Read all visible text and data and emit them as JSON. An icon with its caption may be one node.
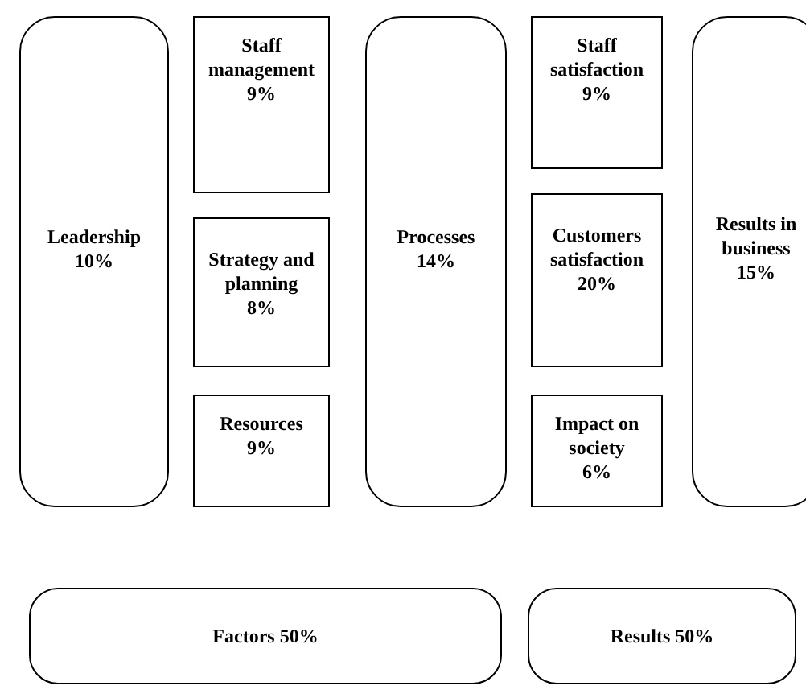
{
  "diagram": {
    "nodes": [
      {
        "text": [
          "Leadership",
          "10%"
        ]
      },
      {
        "text": [
          "Staff management",
          "9%"
        ]
      },
      {
        "text": [
          "Strategy and planning",
          "8%"
        ]
      },
      {
        "text": [
          "Resources",
          "9%"
        ]
      },
      {
        "text": [
          "Processes",
          "14%"
        ]
      },
      {
        "text": [
          "Staff satisfaction",
          "9%"
        ]
      },
      {
        "text": [
          "Customers satisfaction",
          "20%"
        ]
      },
      {
        "text": [
          "Impact on society",
          "6%"
        ]
      },
      {
        "text": [
          "Results in business",
          "15%"
        ]
      },
      {
        "text": [
          "Factors 50%"
        ]
      },
      {
        "text": [
          "Results 50%"
        ]
      }
    ],
    "edges": []
  }
}
